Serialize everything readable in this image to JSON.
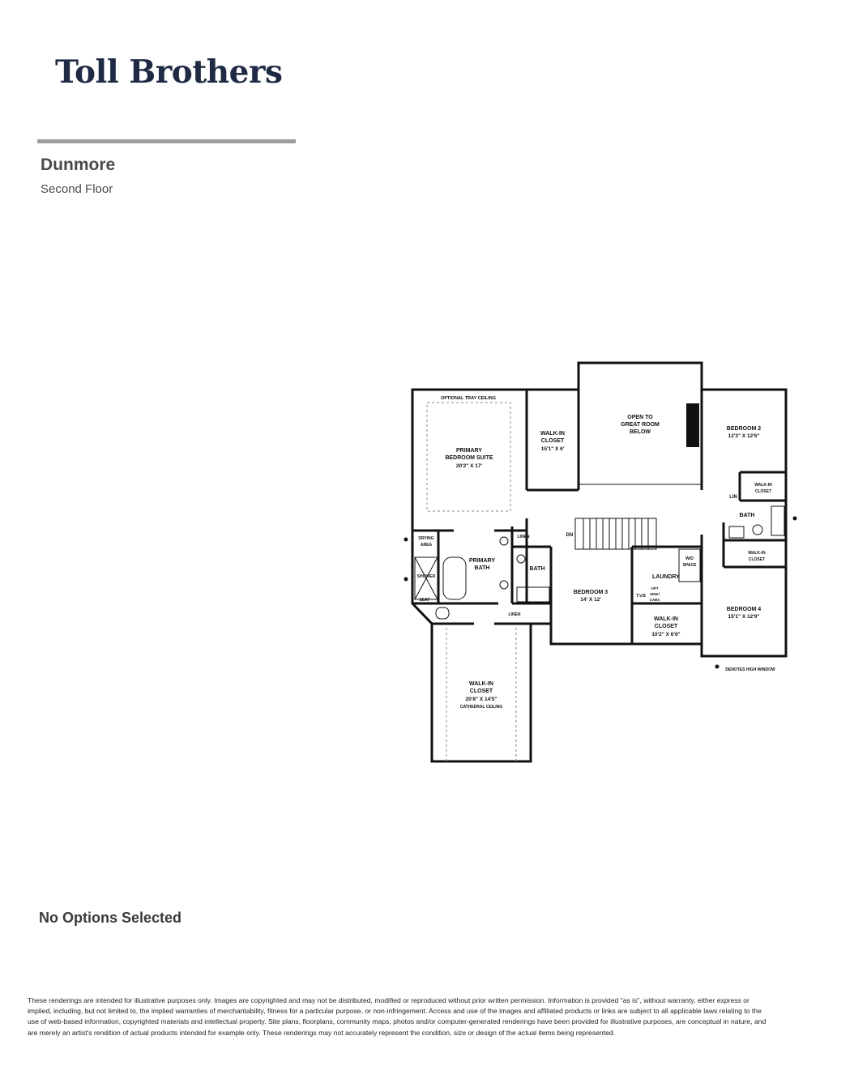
{
  "brand": {
    "name": "Toll Brothers"
  },
  "plan": {
    "name": "Dunmore",
    "floor": "Second Floor"
  },
  "options_status": "No Options Selected",
  "legend": {
    "high_window": "DENOTES HIGH WINDOW"
  },
  "rooms": {
    "tray_ceiling": "OPTIONAL TRAY CEILING",
    "primary_suite": {
      "name": "PRIMARY",
      "name2": "BEDROOM SUITE",
      "size": "20'2\" X 17'"
    },
    "walkin_closet_1": {
      "name": "WALK-IN",
      "name2": "CLOSET",
      "size": "15'1\" X 6'"
    },
    "open_great_room": {
      "line1": "OPEN TO",
      "line2": "GREAT ROOM",
      "line3": "BELOW"
    },
    "bedroom2": {
      "name": "BEDROOM 2",
      "size": "12'3\" X 12'6\""
    },
    "walkin_closet_b2": {
      "name": "WALK-IN",
      "name2": "CLOSET"
    },
    "lin_1": "LIN",
    "bath_1": "BATH",
    "walkin_closet_b4": {
      "name": "WALK-IN",
      "name2": "CLOSET"
    },
    "drying_area": {
      "line1": "DRYING",
      "line2": "AREA"
    },
    "shower": "SHOWER",
    "seat": "SEAT",
    "primary_bath": {
      "name": "PRIMARY",
      "name2": "BATH"
    },
    "linen_1": "LINEN",
    "dn": "DN",
    "bath_2": "BATH",
    "bedroom3": {
      "name": "BEDROOM 3",
      "size": "14' X 12'"
    },
    "wd_space": {
      "line1": "W/D",
      "line2": "SPACE"
    },
    "laundry": "LAUNDRY",
    "opt_sink": {
      "line1": "OPT",
      "line2": "SINK/",
      "line3": "CABS"
    },
    "tvb": "T.V.B",
    "bedroom4": {
      "name": "BEDROOM 4",
      "size": "15'1\" X 12'9\""
    },
    "walkin_closet_2": {
      "name": "WALK-IN",
      "name2": "CLOSET",
      "size": "10'2\" X 6'6\""
    },
    "linen_2": "LINEN",
    "walkin_closet_3": {
      "name": "WALK-IN",
      "name2": "CLOSET",
      "size": "20'8\" X 14'5\"",
      "note": "CATHEDRAL CEILING"
    }
  },
  "disclaimer": "These renderings are intended for illustrative purposes only. Images are copyrighted and may not be distributed, modified or reproduced without prior written permission. Information is provided \"as is\", without warranty, either express or implied, including, but not limited to, the implied warranties of merchantability, fitness for a particular purpose, or non-infringement. Access and use of the images and affiliated products or links are subject to all applicable laws relating to the use of web-based information, copyrighted materials and intellectual property. Site plans, floorplans, community maps, photos and/or computer-generated renderings have been provided for illustrative purposes, are conceptual in nature, and are merely an artist's rendition of actual products intended for example only. These renderings may not accurately represent the condition, size or design of the actual items being represented."
}
